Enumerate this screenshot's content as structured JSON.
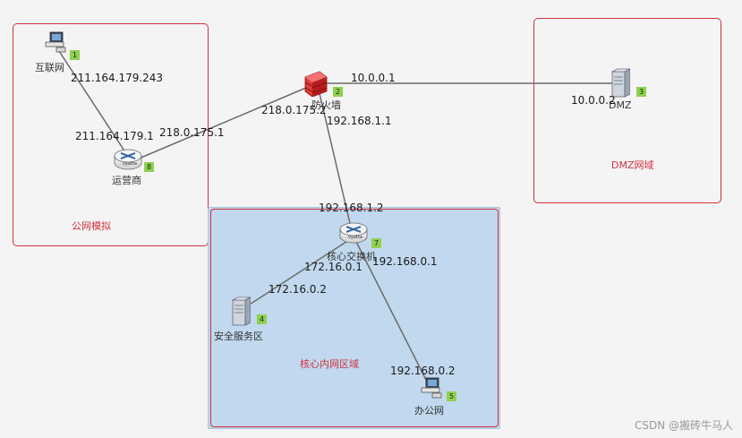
{
  "zones": {
    "public": {
      "title": "公网模拟"
    },
    "dmz": {
      "title": "DMZ网域"
    },
    "core": {
      "title": "核心内网区域"
    }
  },
  "nodes": {
    "internet": {
      "label": "互联网",
      "badge": "1",
      "icon": "pc-icon"
    },
    "firewall": {
      "label": "防火墙",
      "badge": "2",
      "icon": "firewall-icon"
    },
    "dmz_server": {
      "label": "DMZ",
      "badge": "3",
      "icon": "server-icon"
    },
    "secure_server": {
      "label": "安全服务区",
      "badge": "4",
      "icon": "server-icon"
    },
    "office": {
      "label": "办公网",
      "badge": "5",
      "icon": "pc-icon"
    },
    "core_switch": {
      "label": "核心交换机",
      "badge": "7",
      "icon": "router-icon"
    },
    "isp": {
      "label": "运营商",
      "badge": "8",
      "icon": "router-icon"
    }
  },
  "ips": {
    "internet": "211.164.179.243",
    "isp_up": "211.164.179.1",
    "isp_out": "218.0.175.1",
    "fw_out": "218.0.175.2",
    "fw_dmz": "10.0.0.1",
    "dmz": "10.0.0.2",
    "fw_in": "192.168.1.1",
    "core_up": "192.168.1.2",
    "core_left": "172.16.0.1",
    "core_right": "192.168.0.1",
    "secure": "172.16.0.2",
    "office": "192.168.0.2"
  },
  "colors": {
    "zone_border": "#d0313b",
    "core_fill": "#c1d8ee",
    "link": "#6b6b6b",
    "badge": "#8fd14f"
  },
  "watermark": "CSDN @搬砖牛马人"
}
